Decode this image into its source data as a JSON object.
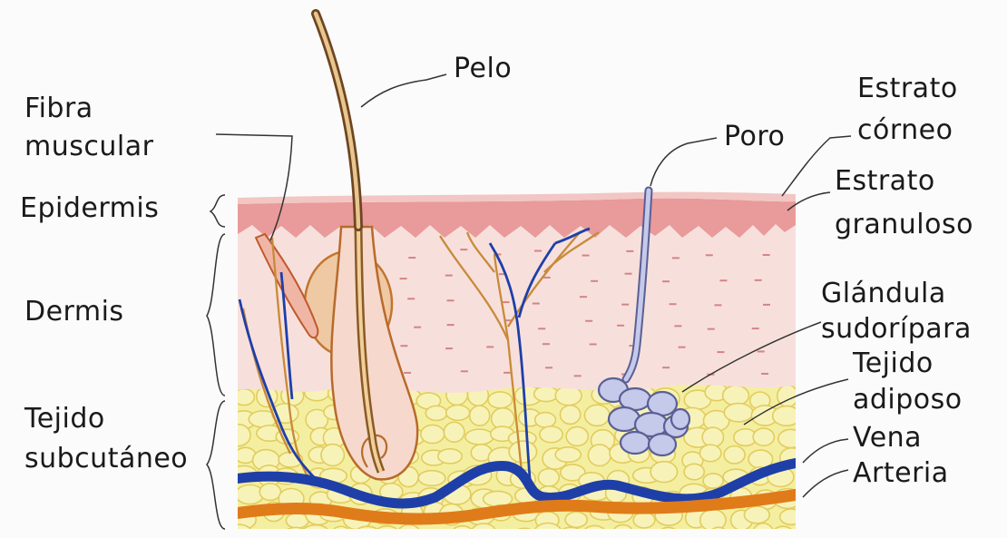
{
  "labels": {
    "pelo": "Pelo",
    "fibra_muscular": [
      "Fibra",
      "muscular"
    ],
    "epidermis": "Epidermis",
    "dermis": "Dermis",
    "tejido_subcutaneo": [
      "Tejido",
      "subcutáneo"
    ],
    "poro": "Poro",
    "estrato_corneo": [
      "Estrato",
      "córneo"
    ],
    "estrato_granuloso": [
      "Estrato",
      "granuloso"
    ],
    "glandula_sudoripara": [
      "Glándula",
      "sudorípara"
    ],
    "tejido_adiposo": [
      "Tejido",
      "adiposo"
    ],
    "vena": "Vena",
    "arteria": "Arteria"
  },
  "colors": {
    "epidermis": "#e99a9a",
    "dermis": "#f7e0dc",
    "subcutaneous": "#f4efa0",
    "fat_cell_outline": "#e6d36a",
    "vein": "#1f3fa8",
    "artery": "#e07b1a",
    "nerve": "#c98a3a",
    "hair": "#c8a06a",
    "gland": "#b7bde0",
    "label_text": "#1a1a1a"
  }
}
